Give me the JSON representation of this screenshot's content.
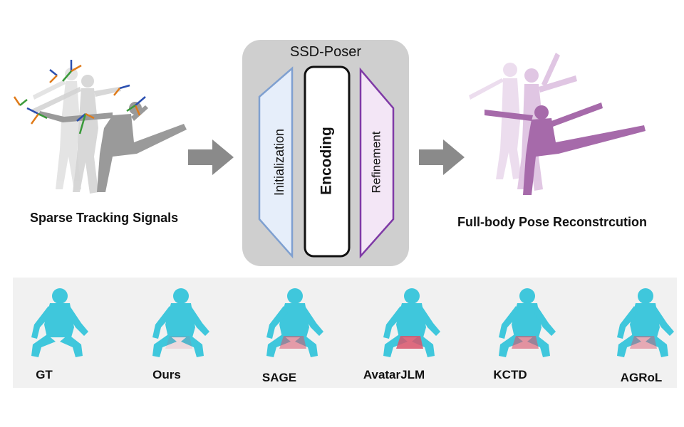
{
  "input_label": "Sparse Tracking Signals",
  "output_label": "Full-body Pose Reconstrcution",
  "model": {
    "title": "SSD-Poser",
    "stages": [
      "Initialization",
      "Encoding",
      "Refinement"
    ]
  },
  "methods": [
    "GT",
    "Ours",
    "SAGE",
    "AvatarJLM",
    "KCTD",
    "AGRoL"
  ],
  "colors": {
    "ssd_box": "#cfcfcf",
    "init_fill": "#e6eefa",
    "init_border": "#7fa0d0",
    "refine_fill": "#f3e6f6",
    "refine_border": "#7f3aa6",
    "arrow": "#8a8a8a",
    "body_cyan": "#3fc7dc",
    "body_purple": "#a66aaa",
    "error_red": "#d9536b",
    "gray_body": "#8c8c8c"
  }
}
